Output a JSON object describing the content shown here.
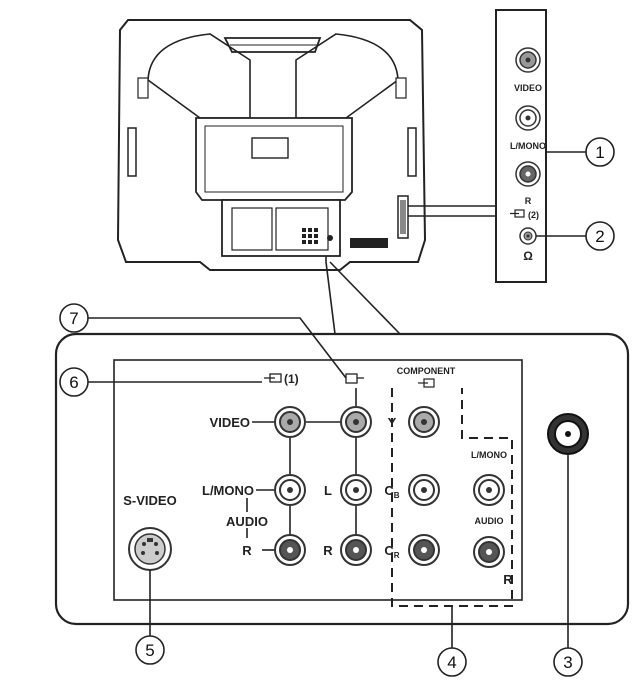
{
  "side_panel": {
    "video": "VIDEO",
    "lmono": "L/MONO",
    "r": "R",
    "input2": "(2)",
    "headphone": "Ω"
  },
  "rear_panel": {
    "input1": "(1)",
    "video": "VIDEO",
    "lmono": "L/MONO",
    "audio": "AUDIO",
    "r": "R",
    "l_out": "L",
    "r_out": "R",
    "svideo": "S-VIDEO",
    "component": "COMPONENT",
    "y": "Y",
    "cb": "C",
    "cb_sub": "B",
    "cr": "C",
    "cr_sub": "R",
    "comp_lmono": "L/MONO",
    "comp_audio": "AUDIO",
    "comp_r": "R"
  },
  "callouts": [
    "1",
    "2",
    "3",
    "4",
    "5",
    "6",
    "7"
  ]
}
